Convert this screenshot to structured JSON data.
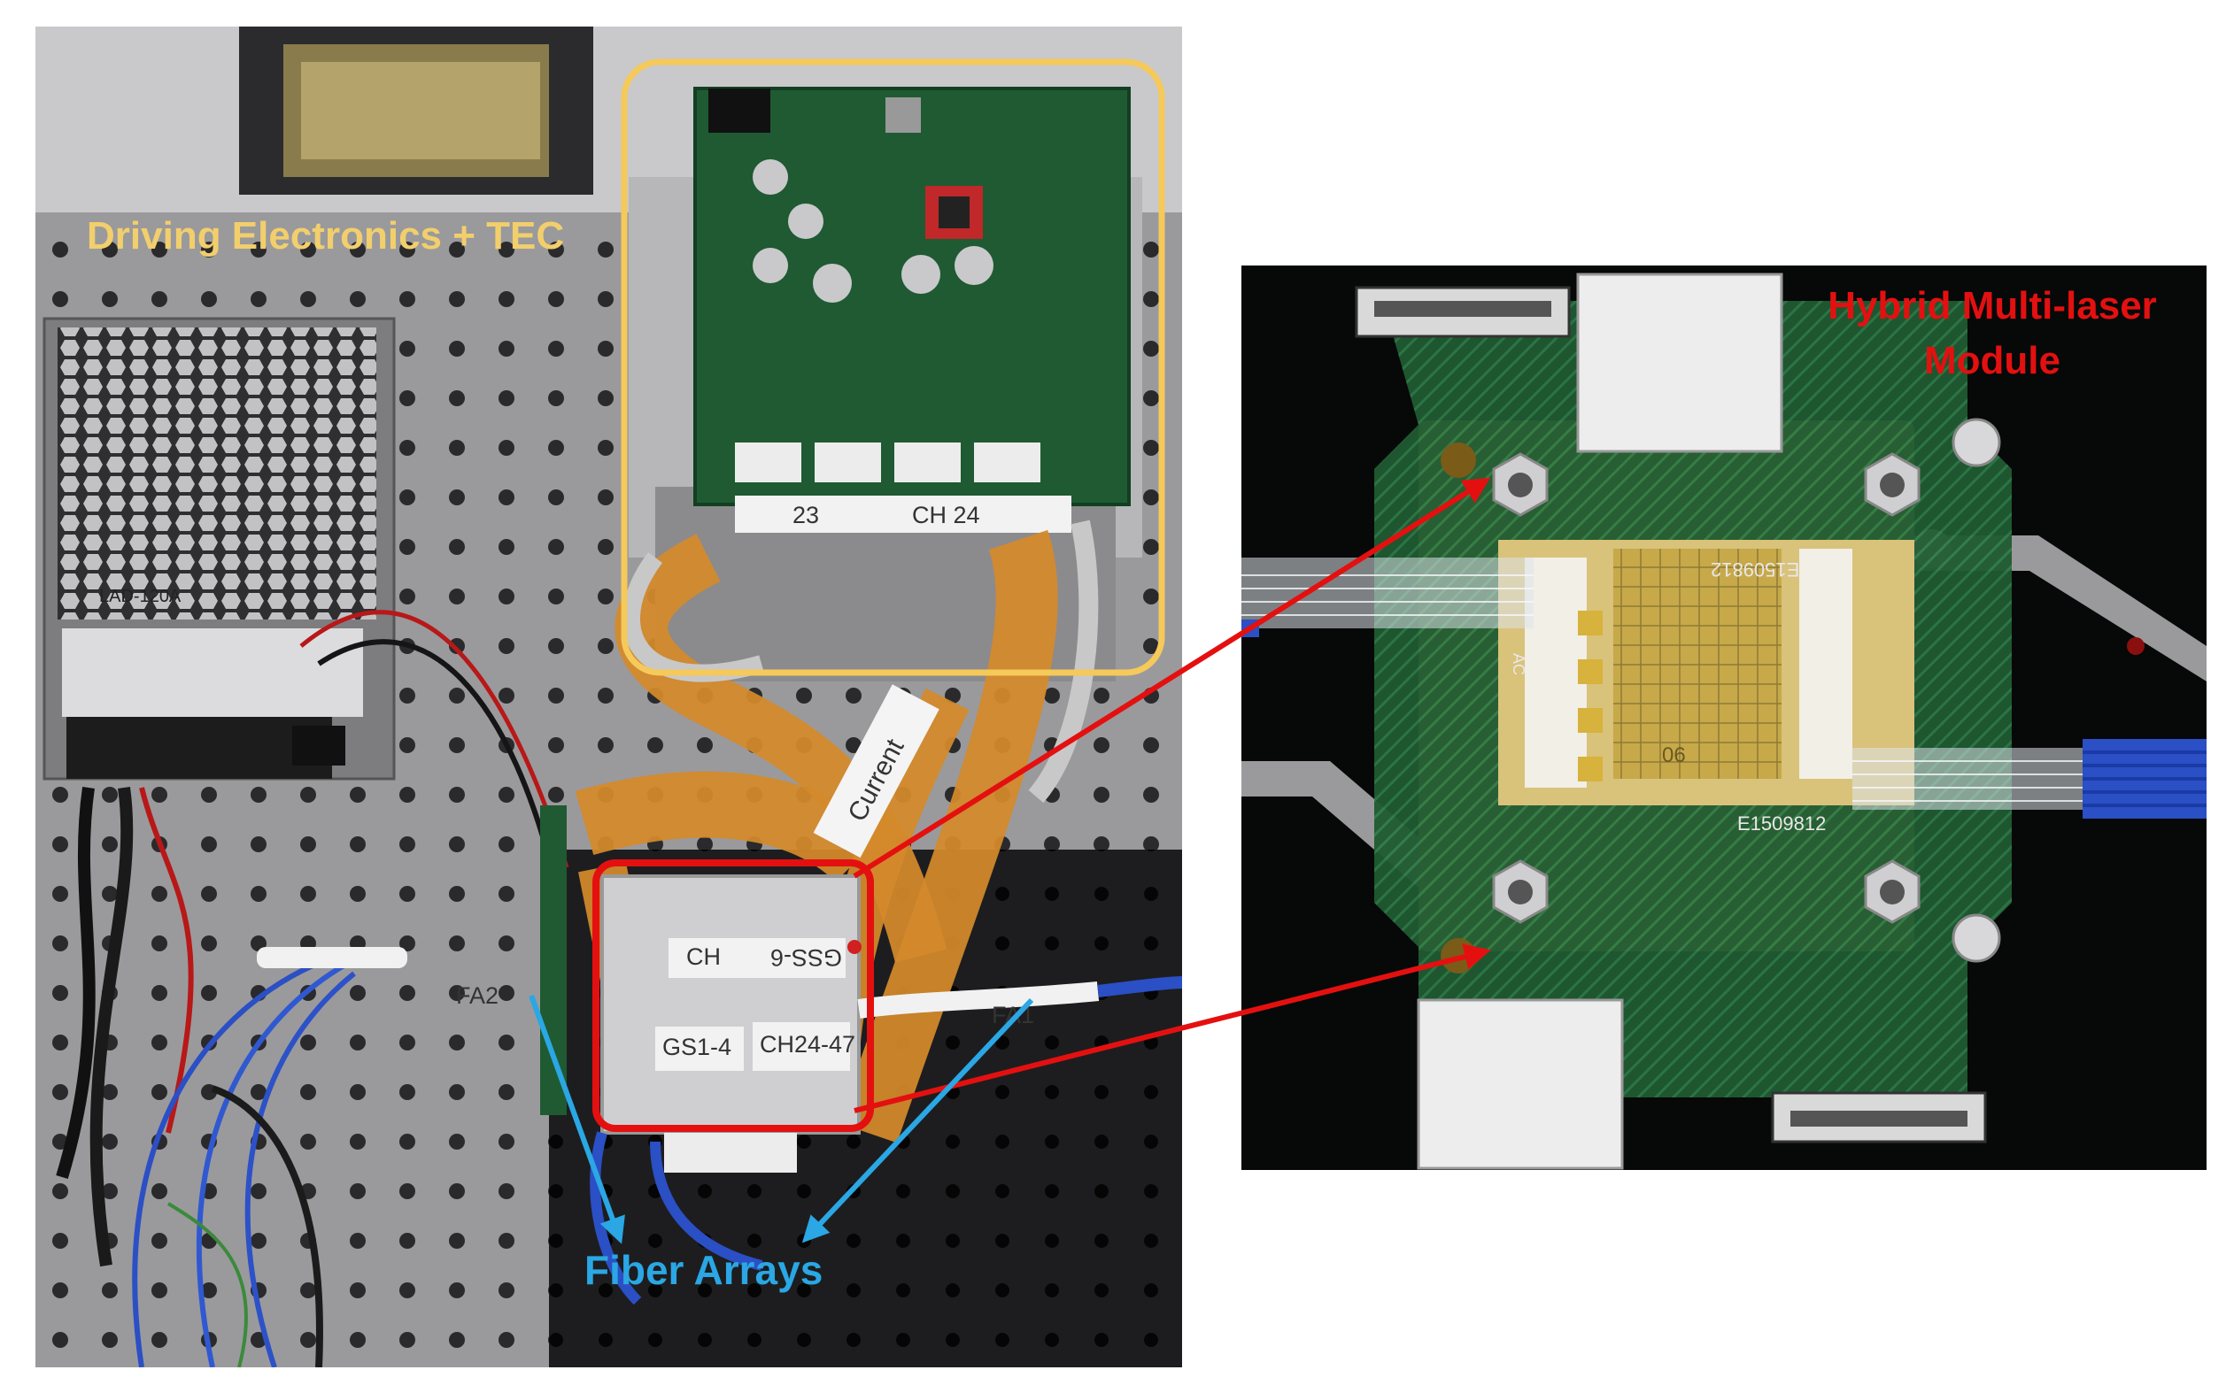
{
  "figure": {
    "left_panel": {
      "captions": {
        "driving_electronics": "Driving Electronics + TEC",
        "fiber_arrays": "Fiber Arrays"
      },
      "photo_labels": {
        "power_supply_model": "LAD-120A",
        "ribbon_label": "Current",
        "channel_label_a": "CH 24",
        "channel_label_b": "23",
        "fiber_array_1": "FA1",
        "fiber_array_2": "FA2",
        "module_label_gs1": "GS1-4",
        "module_label_ch24": "CH24-47",
        "module_label_gss": "GSS-6",
        "module_label_ch": "CH"
      }
    },
    "right_panel": {
      "caption": "Hybrid Multi-laser Module",
      "chip_labels": {
        "serial_top": "E1509812",
        "serial_bottom": "E1509812",
        "chip_id": "06",
        "pad_label": "AC"
      }
    },
    "colors": {
      "highlight_electronics": "#f5c95a",
      "highlight_module": "#e41010",
      "arrow_red": "#e41010",
      "arrow_blue": "#2aa7e4",
      "pcb_green": "#1f5a32",
      "kapton": "#d48a2b",
      "gold": "#d7b23c"
    }
  }
}
